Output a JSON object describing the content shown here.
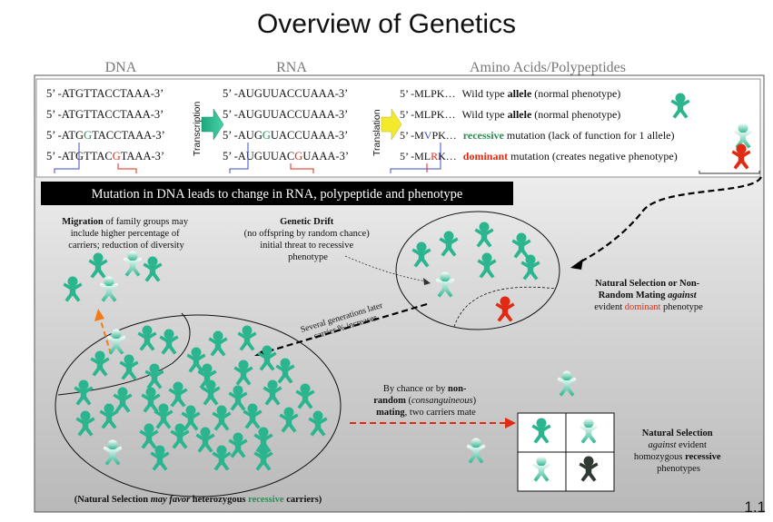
{
  "title": "Overview of Genetics",
  "slide_number": "1.1",
  "columns": {
    "dna": "DNA",
    "rna": "RNA",
    "aa": "Amino Acids/Polypeptides"
  },
  "arrows": {
    "transcription": "Transcription",
    "translation": "Translation"
  },
  "dna_rows": [
    {
      "pre": "5’ -ATGTTACCTAAA-3’"
    },
    {
      "pre": "5’ -ATGTTACCTAAA-3’"
    },
    {
      "pre": "5’ -ATG",
      "mut": "G",
      "post": "TACCTAAA-3’"
    },
    {
      "pre": "5’ -ATGTTAC",
      "mut": "G",
      "post": "TAAA-3’"
    }
  ],
  "rna_rows": [
    {
      "pre": "5’ -AUGUUACCUAAA-3’"
    },
    {
      "pre": "5’ -AUGUUACCUAAA-3’"
    },
    {
      "pre": "5’ -AUG",
      "mut": "G",
      "post": "UACCUAAA-3’"
    },
    {
      "pre": "5’ -AUGUUAC",
      "mut": "G",
      "post": "UAAA-3’"
    }
  ],
  "aa_rows": [
    {
      "seq_pre": "5’ -MLPK…",
      "label_pre": "Wild type ",
      "label_bold": "allele",
      "label_post": " (normal phenotype)"
    },
    {
      "seq_pre": "5’ -MLPK…",
      "label_pre": "Wild type ",
      "label_bold": "allele",
      "label_post": " (normal phenotype)"
    },
    {
      "seq_pre": "5’ -M",
      "seq_mut": "V",
      "seq_post": "PK…",
      "label_bold": "recessive",
      "label_post": " mutation (lack of function for 1 allele)"
    },
    {
      "seq_pre": "5’ -ML",
      "seq_mut": "R",
      "seq_post": "K…",
      "label_bold": "dominant",
      "label_post": " mutation (creates negative phenotype)"
    }
  ],
  "banner": "Mutation in DNA leads to change in RNA, polypeptide and phenotype",
  "migration": {
    "bold": "Migration",
    "rest": " of family groups may",
    "line2": "include higher percentage of",
    "line3": "carriers; reduction of diversity"
  },
  "drift": {
    "title": "Genetic Drift",
    "line1": "(no offspring by random chance)",
    "line2": "initial threat to recessive",
    "line3": "phenotype"
  },
  "natsel_dominant": {
    "line1": "Natural Selection or Non-",
    "line2_bold": "Random Mating ",
    "line2_ital": "against",
    "line3_pre": "evident ",
    "line3_red": "dominant",
    "line3_post": " phenotype"
  },
  "generations": {
    "line1": "Several generations later",
    "line2": "carrier % increases"
  },
  "chance": {
    "line1_pre": "By chance or by ",
    "line1_bold": "non-",
    "line2_bold": "random",
    "line2_pre": " (",
    "line2_ital": "consanguineous",
    "line2_post": ")",
    "line3_bold": "mating",
    "line3_post": ", two carriers mate"
  },
  "natsel_recessive": {
    "line1": "Natural Selection",
    "line2_ital": "against",
    "line2_post": " evident",
    "line3_pre": "homozygous ",
    "line3_bold": "recessive",
    "line4": "phenotypes"
  },
  "footnote": {
    "pre": "(Natural Selection ",
    "ital": "may favor",
    "mid": " heterozygous ",
    "green": "recessive",
    "post": " carriers)"
  },
  "colors": {
    "teal": "#2bb58f",
    "red": "#e02a12",
    "dark": "#2f3a35",
    "green_text": "#2e8b57",
    "blue_line": "#3b4fc4"
  }
}
